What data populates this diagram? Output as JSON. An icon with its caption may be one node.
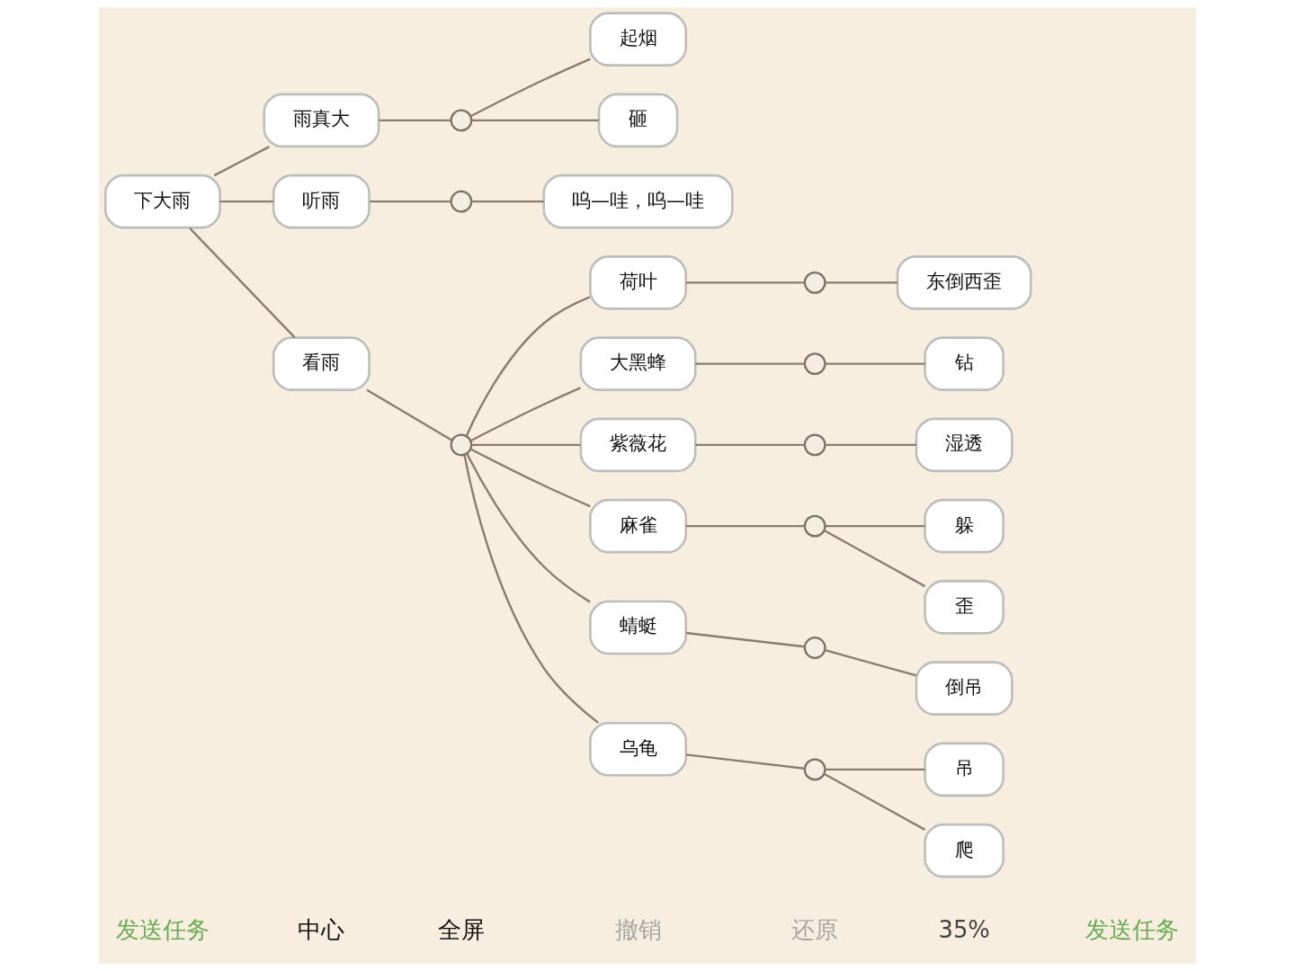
{
  "diagram": {
    "nodes": [
      {
        "text": [
          "下大雨"
        ]
      },
      {
        "text": [
          "雨真大"
        ]
      },
      {
        "text": [],
        "shape": "circle"
      },
      {
        "text": [
          "起烟"
        ]
      },
      {
        "text": [
          "砸"
        ]
      },
      {
        "text": [
          "听雨"
        ]
      },
      {
        "text": [],
        "shape": "circle"
      },
      {
        "text": [
          "呜—哇，呜—哇"
        ]
      },
      {
        "text": [
          "看雨"
        ]
      },
      {
        "text": [],
        "shape": "circle"
      },
      {
        "text": [
          "荷叶"
        ]
      },
      {
        "text": [],
        "shape": "circle"
      },
      {
        "text": [
          "东倒西歪"
        ]
      },
      {
        "text": [
          "大黑蜂"
        ]
      },
      {
        "text": [],
        "shape": "circle"
      },
      {
        "text": [
          "钻"
        ]
      },
      {
        "text": [
          "紫薇花"
        ]
      },
      {
        "text": [],
        "shape": "circle"
      },
      {
        "text": [
          "湿透"
        ]
      },
      {
        "text": [
          "麻雀"
        ]
      },
      {
        "text": [],
        "shape": "circle"
      },
      {
        "text": [
          "躲"
        ]
      },
      {
        "text": [
          "歪"
        ]
      },
      {
        "text": [
          "蜻蜓"
        ]
      },
      {
        "text": [],
        "shape": "circle"
      },
      {
        "text": [
          "倒吊"
        ]
      },
      {
        "text": [
          "乌龟"
        ]
      },
      {
        "text": [],
        "shape": "circle"
      },
      {
        "text": [
          "吊"
        ]
      },
      {
        "text": [
          "爬"
        ]
      }
    ],
    "edges": [
      {
        "from": 0,
        "to": 1,
        "arrow": "none"
      },
      {
        "from": 0,
        "to": 5,
        "arrow": "none"
      },
      {
        "from": 0,
        "to": 8,
        "arrow": "none"
      },
      {
        "from": 1,
        "to": 2,
        "arrow": "none"
      },
      {
        "from": 2,
        "to": 3,
        "arrow": "none"
      },
      {
        "from": 2,
        "to": 4,
        "arrow": "none"
      },
      {
        "from": 5,
        "to": 6,
        "arrow": "none"
      },
      {
        "from": 6,
        "to": 7,
        "arrow": "none"
      },
      {
        "from": 8,
        "to": 9,
        "arrow": "none"
      },
      {
        "from": 9,
        "to": 10,
        "arrow": "none"
      },
      {
        "from": 9,
        "to": 13,
        "arrow": "none"
      },
      {
        "from": 9,
        "to": 16,
        "arrow": "none"
      },
      {
        "from": 9,
        "to": 19,
        "arrow": "none"
      },
      {
        "from": 9,
        "to": 23,
        "arrow": "none"
      },
      {
        "from": 9,
        "to": 26,
        "arrow": "none"
      },
      {
        "from": 10,
        "to": 11,
        "arrow": "none"
      },
      {
        "from": 11,
        "to": 12,
        "arrow": "none"
      },
      {
        "from": 13,
        "to": 14,
        "arrow": "none"
      },
      {
        "from": 14,
        "to": 15,
        "arrow": "none"
      },
      {
        "from": 16,
        "to": 17,
        "arrow": "none"
      },
      {
        "from": 17,
        "to": 18,
        "arrow": "none"
      },
      {
        "from": 19,
        "to": 20,
        "arrow": "none"
      },
      {
        "from": 20,
        "to": 21,
        "arrow": "none"
      },
      {
        "from": 20,
        "to": 22,
        "arrow": "none"
      },
      {
        "from": 23,
        "to": 24,
        "arrow": "none"
      },
      {
        "from": 24,
        "to": 25,
        "arrow": "none"
      },
      {
        "from": 26,
        "to": 27,
        "arrow": "none"
      },
      {
        "from": 27,
        "to": 28,
        "arrow": "none"
      },
      {
        "from": 27,
        "to": 29,
        "arrow": "none"
      }
    ],
    "labels": [
      "发送任务",
      "中心",
      "全屏",
      "撤销",
      "还原",
      "35%",
      "发送任务"
    ]
  }
}
